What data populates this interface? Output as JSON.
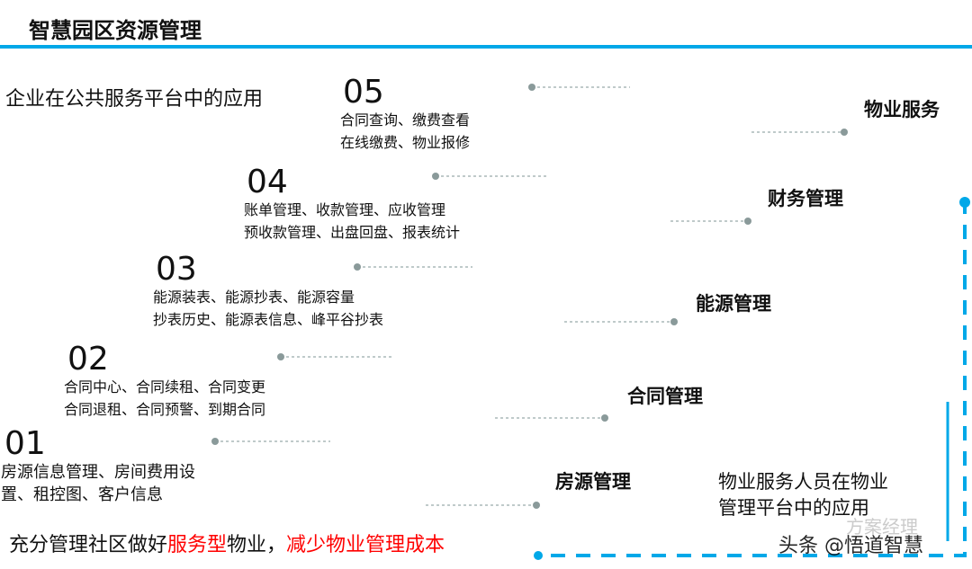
{
  "header": {
    "title": "智慧园区资源管理"
  },
  "subtitle": "企业在公共服务平台中的应用",
  "steps": [
    {
      "num": "05",
      "line1": "合同查询、缴费查看",
      "line2": "在线缴费、物业报修",
      "category": "物业服务"
    },
    {
      "num": "04",
      "line1": "账单管理、收款管理、应收管理",
      "line2": "预收款管理、出盘回盘、报表统计",
      "category": "财务管理"
    },
    {
      "num": "03",
      "line1": "能源装表、能源抄表、能源容量",
      "line2": "抄表历史、能源表信息、峰平谷抄表",
      "category": "能源管理"
    },
    {
      "num": "02",
      "line1": "合同中心、合同续租、合同变更",
      "line2": "合同退租、合同预警、到期合同",
      "category": "合同管理"
    },
    {
      "num": "01",
      "line1": "房源信息管理、房间费用设",
      "line2": "置、租控图、客户信息",
      "category": "房源管理"
    }
  ],
  "footer": {
    "part1": "充分管理社区做好",
    "part2": "服务型",
    "part3": "物业，",
    "part4": "减少物业管理成本"
  },
  "side_note": {
    "line1": "物业服务人员在物业",
    "line2": "管理平台中的应用"
  },
  "watermark": {
    "main": "头条 @悟道智慧",
    "secondary": "方案经理"
  },
  "colors": {
    "accent": "#00a8e8",
    "highlight": "#ff0000"
  }
}
